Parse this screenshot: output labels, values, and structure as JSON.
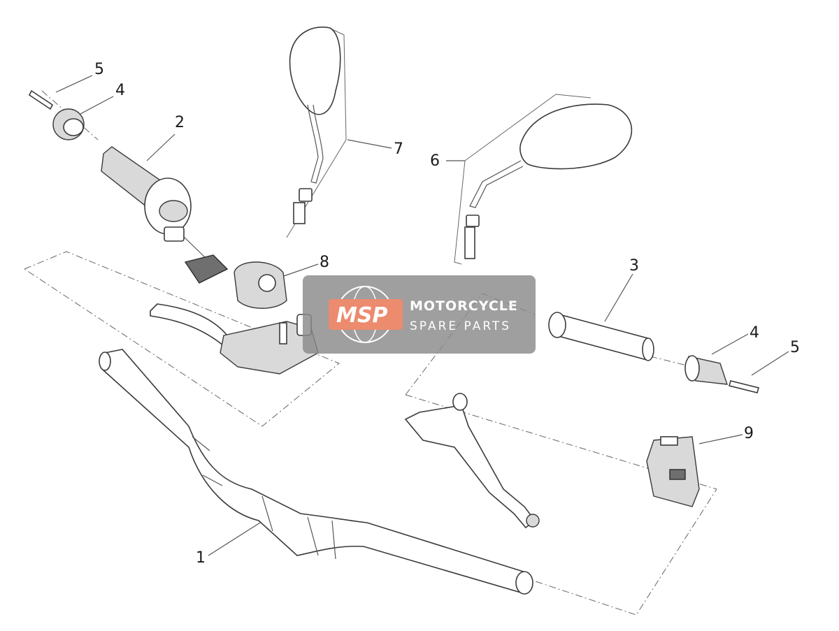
{
  "callouts": [
    "1",
    "2",
    "3",
    "4",
    "5",
    "6",
    "7",
    "8",
    "9",
    "4",
    "5"
  ],
  "watermark": {
    "logo": "MSP",
    "line1": "MOTORCYCLE",
    "line2": "SPARE PARTS",
    "logo_color": "#e8724f",
    "panel_color": "#8a8a8a"
  }
}
